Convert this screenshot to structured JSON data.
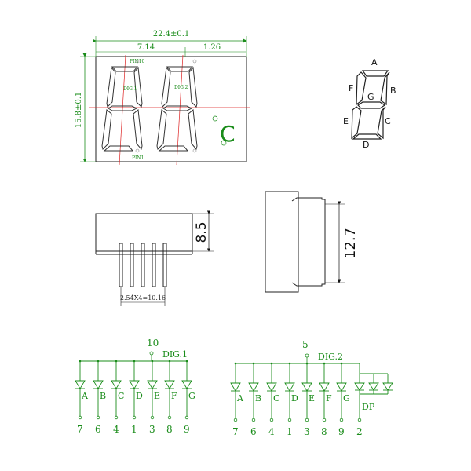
{
  "front_view": {
    "width_dim": "22.4±0.1",
    "left_dim": "7.14",
    "right_dim": "1.26",
    "height_dim": "15.8±0.1",
    "pin10_label": "PIN10",
    "pin1_label": "PIN1",
    "dig1_label": "DIG.1",
    "dig2_label": "DIG.2",
    "symbol": "C",
    "dp_label": "DP"
  },
  "segment_key": {
    "labels": [
      "A",
      "B",
      "C",
      "D",
      "E",
      "F",
      "G"
    ]
  },
  "side_view": {
    "height_dim": "8.5",
    "pitch_dim": "2.54X4=10.16"
  },
  "end_view": {
    "depth_dim": "12.7"
  },
  "schematic_dig1": {
    "common_pin": "10",
    "title": "DIG.1",
    "segments": [
      "A",
      "B",
      "C",
      "D",
      "E",
      "F",
      "G"
    ],
    "pins": [
      "7",
      "6",
      "4",
      "1",
      "3",
      "8",
      "9"
    ]
  },
  "schematic_dig2": {
    "common_pin": "5",
    "title": "DIG.2",
    "segments": [
      "A",
      "B",
      "C",
      "D",
      "E",
      "F",
      "G"
    ],
    "pins": [
      "7",
      "6",
      "4",
      "1",
      "3",
      "8",
      "9",
      "2"
    ],
    "dp_label": "DP"
  },
  "colors": {
    "outline": "#222222",
    "dimension": "#1a8c1a",
    "centerline": "#dd2222"
  }
}
